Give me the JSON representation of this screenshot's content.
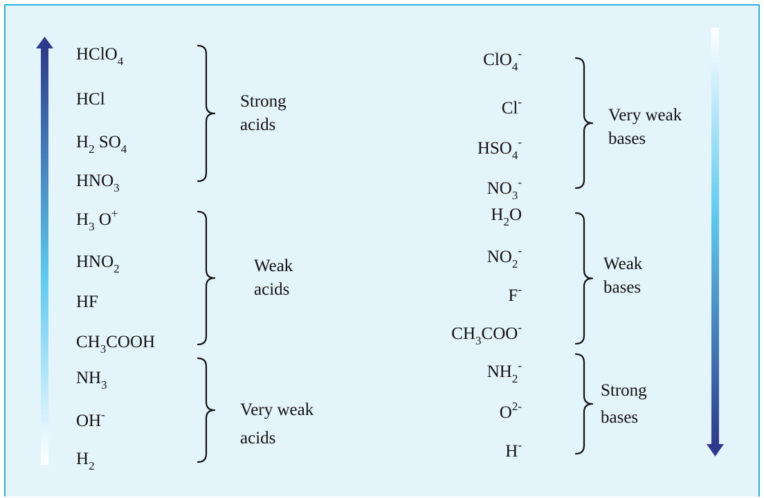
{
  "colors": {
    "panel_background": "#e4f4fb",
    "panel_border": "#2eaee0",
    "arrow_dark": "#2e3a8c",
    "arrow_light": "#5ccaf2"
  },
  "acids": {
    "arrow": {
      "direction": "up",
      "icon": "arrow-up-icon"
    },
    "groups": [
      {
        "label": [
          "Strong",
          "acids"
        ],
        "items": [
          [
            [
              "HClO",
              "n"
            ],
            [
              "4",
              "sub"
            ]
          ],
          [
            [
              "HCl",
              "n"
            ]
          ],
          [
            [
              "H",
              "n"
            ],
            [
              "2",
              "sub"
            ],
            [
              " SO",
              "n"
            ],
            [
              "4",
              "sub"
            ]
          ],
          [
            [
              "HNO",
              "n"
            ],
            [
              "3",
              "sub"
            ]
          ]
        ]
      },
      {
        "label": [
          "Weak",
          "acids"
        ],
        "items": [
          [
            [
              "H",
              "n"
            ],
            [
              "3",
              "sub"
            ],
            [
              " O",
              "n"
            ],
            [
              "+",
              "sup"
            ]
          ],
          [
            [
              "HNO",
              "n"
            ],
            [
              "2",
              "sub"
            ]
          ],
          [
            [
              "HF",
              "n"
            ]
          ],
          [
            [
              "CH",
              "n"
            ],
            [
              "3",
              "sub"
            ],
            [
              "COOH",
              "n"
            ]
          ]
        ]
      },
      {
        "label": [
          "Very weak",
          "acids"
        ],
        "items": [
          [
            [
              "NH",
              "n"
            ],
            [
              "3",
              "sub"
            ]
          ],
          [
            [
              "OH",
              "n"
            ],
            [
              "-",
              "sup"
            ]
          ],
          [
            [
              "H",
              "n"
            ],
            [
              "2",
              "sub"
            ]
          ]
        ]
      }
    ]
  },
  "bases": {
    "arrow": {
      "direction": "down",
      "icon": "arrow-down-icon"
    },
    "groups": [
      {
        "label": [
          "Very weak",
          "bases"
        ],
        "items": [
          [
            [
              "ClO",
              "n"
            ],
            [
              "4",
              "sub"
            ],
            [
              "-",
              "sup"
            ]
          ],
          [
            [
              "Cl",
              "n"
            ],
            [
              "-",
              "sup"
            ]
          ],
          [
            [
              "HSO",
              "n"
            ],
            [
              "4",
              "sub"
            ],
            [
              "-",
              "sup"
            ]
          ],
          [
            [
              "NO",
              "n"
            ],
            [
              "3",
              "sub"
            ],
            [
              "-",
              "sup"
            ]
          ]
        ]
      },
      {
        "label": [
          "Weak",
          "bases"
        ],
        "items": [
          [
            [
              "H",
              "n"
            ],
            [
              "2",
              "sub"
            ],
            [
              "O",
              "n"
            ]
          ],
          [
            [
              "NO",
              "n"
            ],
            [
              "2",
              "sub"
            ],
            [
              "-",
              "sup"
            ]
          ],
          [
            [
              "F",
              "n"
            ],
            [
              "-",
              "sup"
            ]
          ],
          [
            [
              "CH",
              "n"
            ],
            [
              "3",
              "sub"
            ],
            [
              "COO",
              "n"
            ],
            [
              "-",
              "sup"
            ]
          ]
        ]
      },
      {
        "label": [
          "Strong",
          "bases"
        ],
        "items": [
          [
            [
              "NH",
              "n"
            ],
            [
              "2",
              "sub"
            ],
            [
              "-",
              "sup"
            ]
          ],
          [
            [
              "O",
              "n"
            ],
            [
              "2-",
              "sup"
            ]
          ],
          [
            [
              "H",
              "n"
            ],
            [
              "-",
              "sup"
            ]
          ]
        ]
      }
    ]
  }
}
